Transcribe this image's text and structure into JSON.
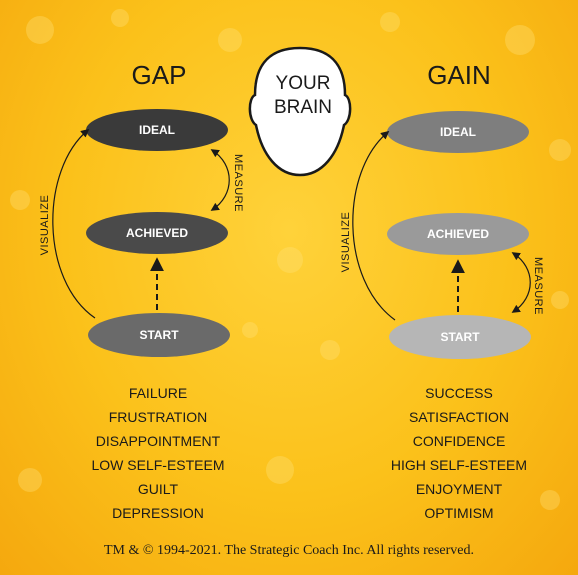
{
  "brain": {
    "line1": "YOUR",
    "line2": "BRAIN"
  },
  "gap": {
    "title": "GAP",
    "nodes": {
      "ideal": "IDEAL",
      "achieved": "ACHIEVED",
      "start": "START"
    },
    "visualize_label": "VISUALIZE",
    "measure_label": "MEASURE",
    "outcomes": [
      "FAILURE",
      "FRUSTRATION",
      "DISAPPOINTMENT",
      "LOW SELF-ESTEEM",
      "GUILT",
      "DEPRESSION"
    ]
  },
  "gain": {
    "title": "GAIN",
    "nodes": {
      "ideal": "IDEAL",
      "achieved": "ACHIEVED",
      "start": "START"
    },
    "visualize_label": "VISUALIZE",
    "measure_label": "MEASURE",
    "outcomes": [
      "SUCCESS",
      "SATISFACTION",
      "CONFIDENCE",
      "HIGH SELF-ESTEEM",
      "ENJOYMENT",
      "OPTIMISM"
    ]
  },
  "footer": "TM & © 1994-2021. The Strategic Coach Inc. All rights reserved.",
  "colors": {
    "background": "#fbc11a",
    "gap_ideal": "#3a3a3a",
    "gap_achieved": "#4a4a4a",
    "gap_start": "#6a6a6a",
    "gain_ideal": "#7e7e7e",
    "gain_achieved": "#9a9a9a",
    "gain_start": "#b6b6b6"
  }
}
